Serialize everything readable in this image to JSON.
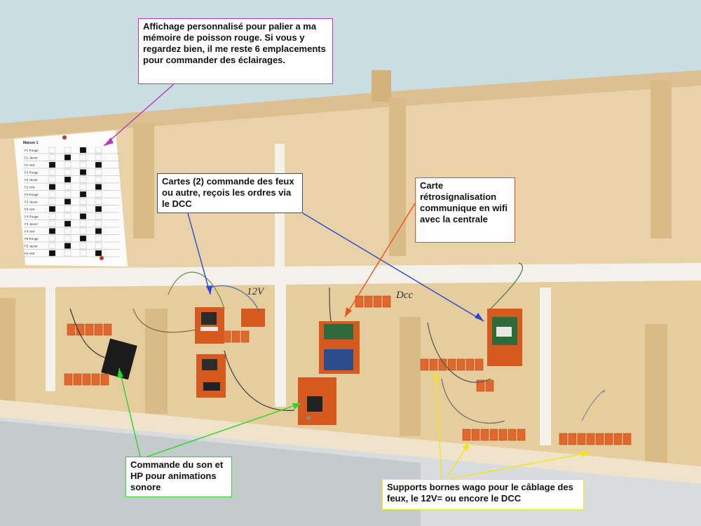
{
  "photo": {
    "colors": {
      "wall": "#c9dde3",
      "wood": "#e9d2a8",
      "wood_dark": "#c9a877",
      "rail": "#f3f1ea",
      "shelf": "#d8dcdd",
      "wago": "#e0682c",
      "pcb": "#c8561f",
      "paper": "#fbfbfb"
    },
    "sheet": {
      "title": "Maison 1",
      "rows": [
        "F1 Rouge",
        "F1 Jaune",
        "F1 Vert",
        "F2 Rouge",
        "F2 Jaune",
        "F2 Vert",
        "F3 Rouge",
        "F3 Jaune",
        "F3 Vert",
        "F4 Rouge",
        "F4 Jaune",
        "F4 Vert",
        "F5 Rouge",
        "F5 Jaune",
        "F5 Vert"
      ]
    },
    "board_labels": {
      "v12": "12V",
      "dcc": "Dcc"
    }
  },
  "annotations": {
    "memory": {
      "text": "Affichage personnalisé pour palier a ma mémoire de poisson rouge. Si vous y regardez bien, il me reste 6 emplacements pour commander des éclairages.",
      "color": "#b33ab8"
    },
    "cards": {
      "text": "Cartes (2) commande des feux ou autre, reçois les ordres via le DCC",
      "color": "#2946d6"
    },
    "wifi": {
      "text": "Carte rétrosignalisation communique en wifi avec la centrale",
      "color": "#f0501e"
    },
    "sound": {
      "text": "Commande du son et HP pour animations sonore",
      "color": "#2bd52b"
    },
    "wago": {
      "text": "Supports bornes wago pour le câblage des feux, le 12V= ou encore le DCC",
      "color": "#f4e41a"
    }
  }
}
